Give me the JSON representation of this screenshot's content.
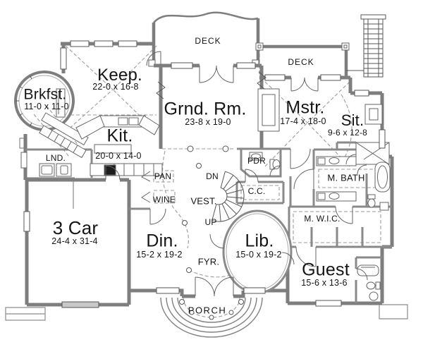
{
  "rooms": [
    {
      "key": "brkfst",
      "name": "Brkfst.",
      "dims": "11-0 x 11-0"
    },
    {
      "key": "keep",
      "name": "Keep.",
      "dims": "22-0 x 16-8"
    },
    {
      "key": "grnd_rm",
      "name": "Grnd. Rm.",
      "dims": "23-8 x 19-0"
    },
    {
      "key": "mstr",
      "name": "Mstr.",
      "dims": "17-4 x 18-0"
    },
    {
      "key": "sit",
      "name": "Sit.",
      "dims": "9-6 x 12-8"
    },
    {
      "key": "kit",
      "name": "Kit.",
      "dims": "20-0 x 14-0"
    },
    {
      "key": "three_car",
      "name": "3 Car",
      "dims": "24-4 x 31-4"
    },
    {
      "key": "din",
      "name": "Din.",
      "dims": "15-2 x 19-2"
    },
    {
      "key": "lib",
      "name": "Lib.",
      "dims": "15-0 x 19-2"
    },
    {
      "key": "guest",
      "name": "Guest",
      "dims": "15-6 x 13-6"
    }
  ],
  "labels": {
    "deck_top": "DECK",
    "deck_right": "DECK",
    "lnd": "LND.",
    "pdr": "PDR",
    "pan": "PAN",
    "wine": "WINE",
    "vest": "VEST.",
    "dn": "DN",
    "up": "UP",
    "cc": "C.C.",
    "m_bath": "M. BATH",
    "m_wic": "M. W.I.C.",
    "fyr": "FYR.",
    "porch": "PORCH"
  },
  "colors": {
    "background": "#ffffff",
    "wall_gray": "#7e7e7e",
    "interior_gray": "#8a8a8a",
    "detail_line": "#555555",
    "dash_gray": "#9b9b9b",
    "text": "#141414"
  }
}
